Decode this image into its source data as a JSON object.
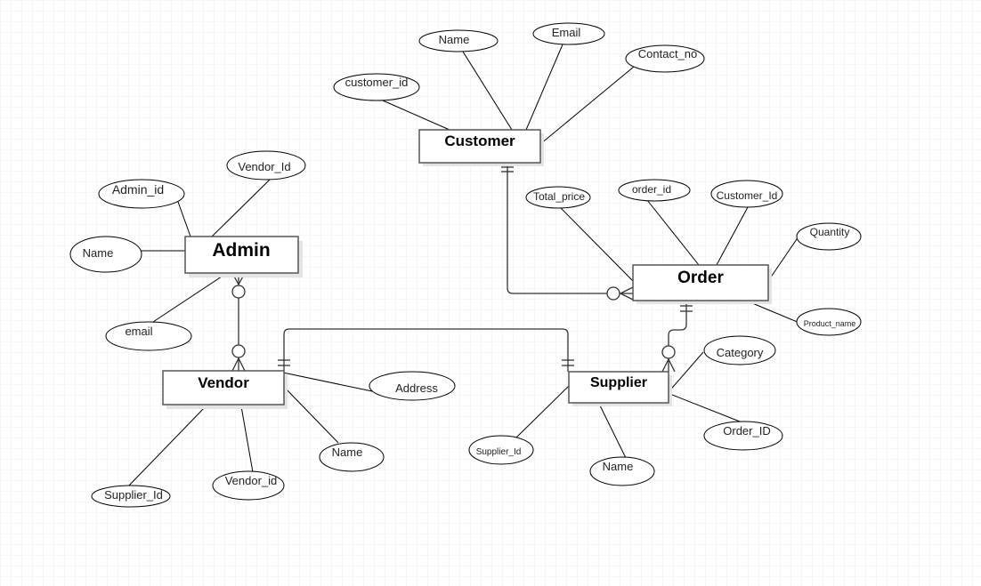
{
  "diagram": {
    "entities": {
      "customer": "Customer",
      "order": "Order",
      "admin": "Admin",
      "vendor": "Vendor",
      "supplier": "Supplier"
    },
    "attributes": {
      "customer": {
        "name": "Name",
        "email": "Email",
        "contact_no": "Contact_no",
        "customer_id": "customer_id"
      },
      "order": {
        "total_price": "Total_price",
        "order_id": "order_id",
        "customer_id": "Customer_Id",
        "quantity": "Quantity",
        "product_name": "Product_name"
      },
      "admin": {
        "admin_id": "Admin_id",
        "vendor_id": "Vendor_Id",
        "name": "Name",
        "email": "email"
      },
      "vendor": {
        "address": "Address",
        "name": "Name",
        "vendor_id": "Vendor_id",
        "supplier_id": "Supplier_Id"
      },
      "supplier": {
        "category": "Category",
        "order_id": "Order_ID",
        "name": "Name",
        "supplier_id": "Supplier_Id"
      }
    },
    "colors": {
      "grid": "#eeeeee",
      "line": "#000000",
      "relationship": "#333333",
      "entity_border": "#555555",
      "shadow": "#e4e4e4"
    }
  }
}
